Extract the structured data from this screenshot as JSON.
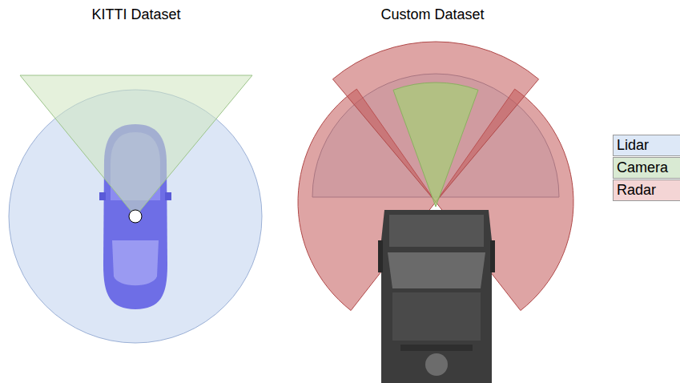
{
  "diagram": {
    "labels": [
      "KITTI Dataset",
      "Custom Dataset"
    ],
    "legend": [
      {
        "text": "Lidar",
        "color": "#dde8f7"
      },
      {
        "text": "Camera",
        "color": "#d9ead3"
      },
      {
        "text": "Radar",
        "color": "#f4d5d5"
      }
    ]
  }
}
